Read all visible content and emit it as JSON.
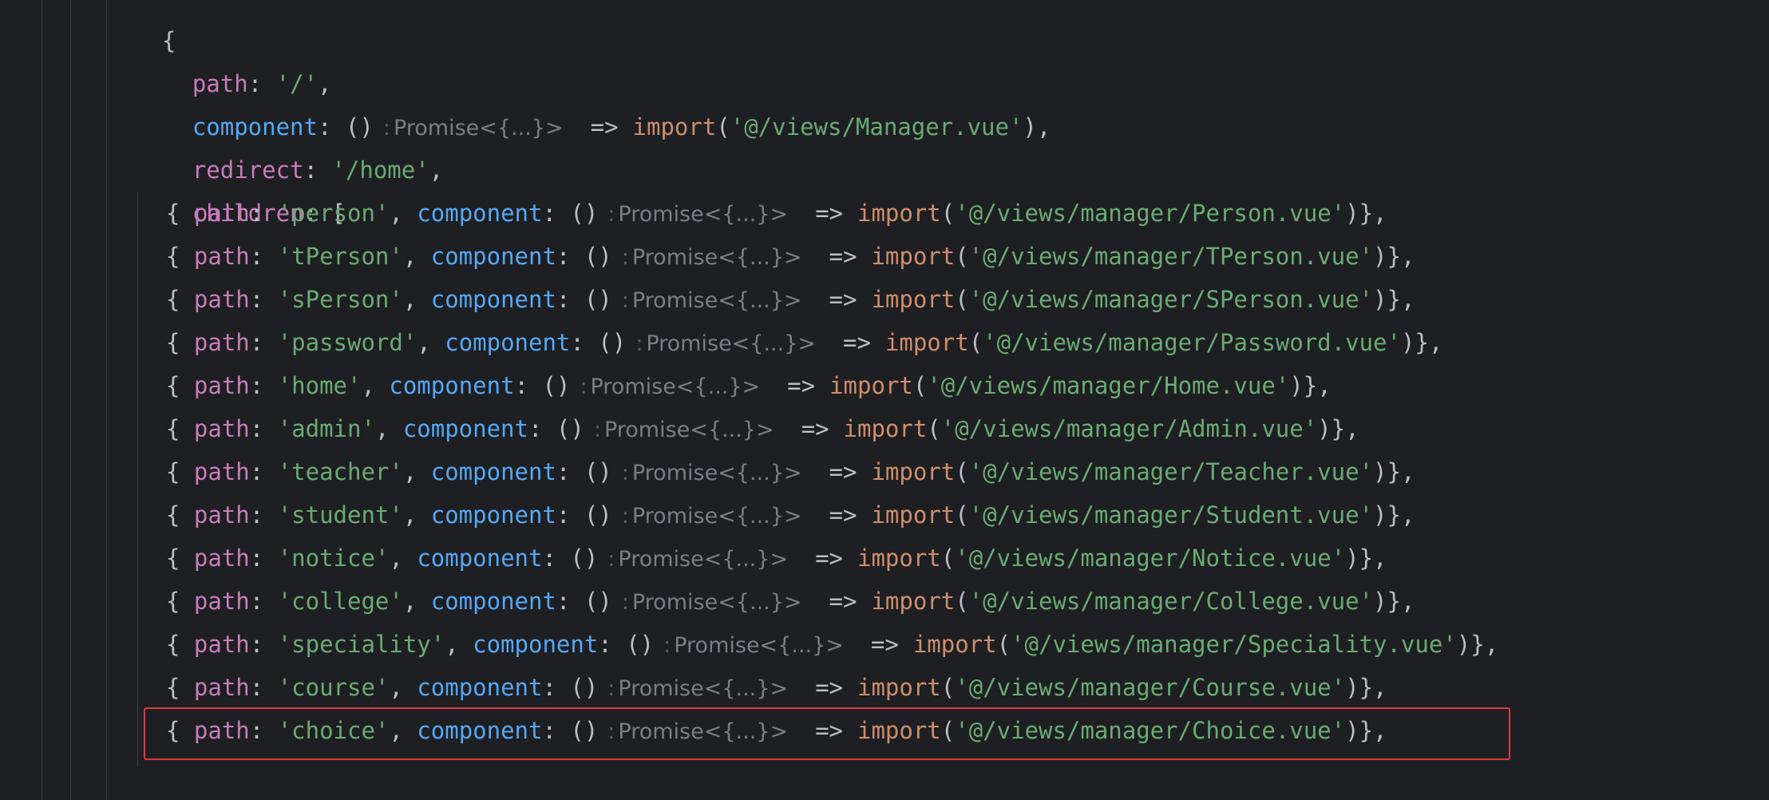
{
  "top_line": {
    "brace": "{"
  },
  "route": {
    "path_key": "path",
    "path_value": "'/'",
    "component_key": "component",
    "redirect_key": "redirect",
    "redirect_value": "'/home'",
    "children_key": "children",
    "children_open": "[",
    "children_close": "]"
  },
  "tokens": {
    "colon": ": ",
    "comma": ",",
    "arrow_params": "()",
    "inlay_colon": ":",
    "inlay_type": "Promise<{...}>",
    "arrow": "=>",
    "import_kw": "import",
    "open_call": "(",
    "close_call": ")",
    "open_obj": "{ ",
    "close_obj": "}",
    "trailing_comma": ","
  },
  "root_import": "'@/views/Manager.vue'",
  "children": [
    {
      "path": "'person'",
      "import": "'@/views/manager/Person.vue'"
    },
    {
      "path": "'tPerson'",
      "import": "'@/views/manager/TPerson.vue'"
    },
    {
      "path": "'sPerson'",
      "import": "'@/views/manager/SPerson.vue'"
    },
    {
      "path": "'password'",
      "import": "'@/views/manager/Password.vue'"
    },
    {
      "path": "'home'",
      "import": "'@/views/manager/Home.vue'"
    },
    {
      "path": "'admin'",
      "import": "'@/views/manager/Admin.vue'"
    },
    {
      "path": "'teacher'",
      "import": "'@/views/manager/Teacher.vue'"
    },
    {
      "path": "'student'",
      "import": "'@/views/manager/Student.vue'"
    },
    {
      "path": "'notice'",
      "import": "'@/views/manager/Notice.vue'"
    },
    {
      "path": "'college'",
      "import": "'@/views/manager/College.vue'"
    },
    {
      "path": "'speciality'",
      "import": "'@/views/manager/Speciality.vue'"
    },
    {
      "path": "'course'",
      "import": "'@/views/manager/Course.vue'"
    },
    {
      "path": "'choice'",
      "import": "'@/views/manager/Choice.vue'"
    }
  ],
  "highlighted_child_index": 12,
  "colors": {
    "background": "#1e1f22",
    "property_pink": "#c77dbb",
    "property_blue": "#56a8f5",
    "string_green": "#6aab73",
    "keyword_orange": "#cf8e6d",
    "punctuation": "#bcbec4",
    "inlay_hint": "#7a7e85",
    "highlight_border": "#e0393e"
  }
}
